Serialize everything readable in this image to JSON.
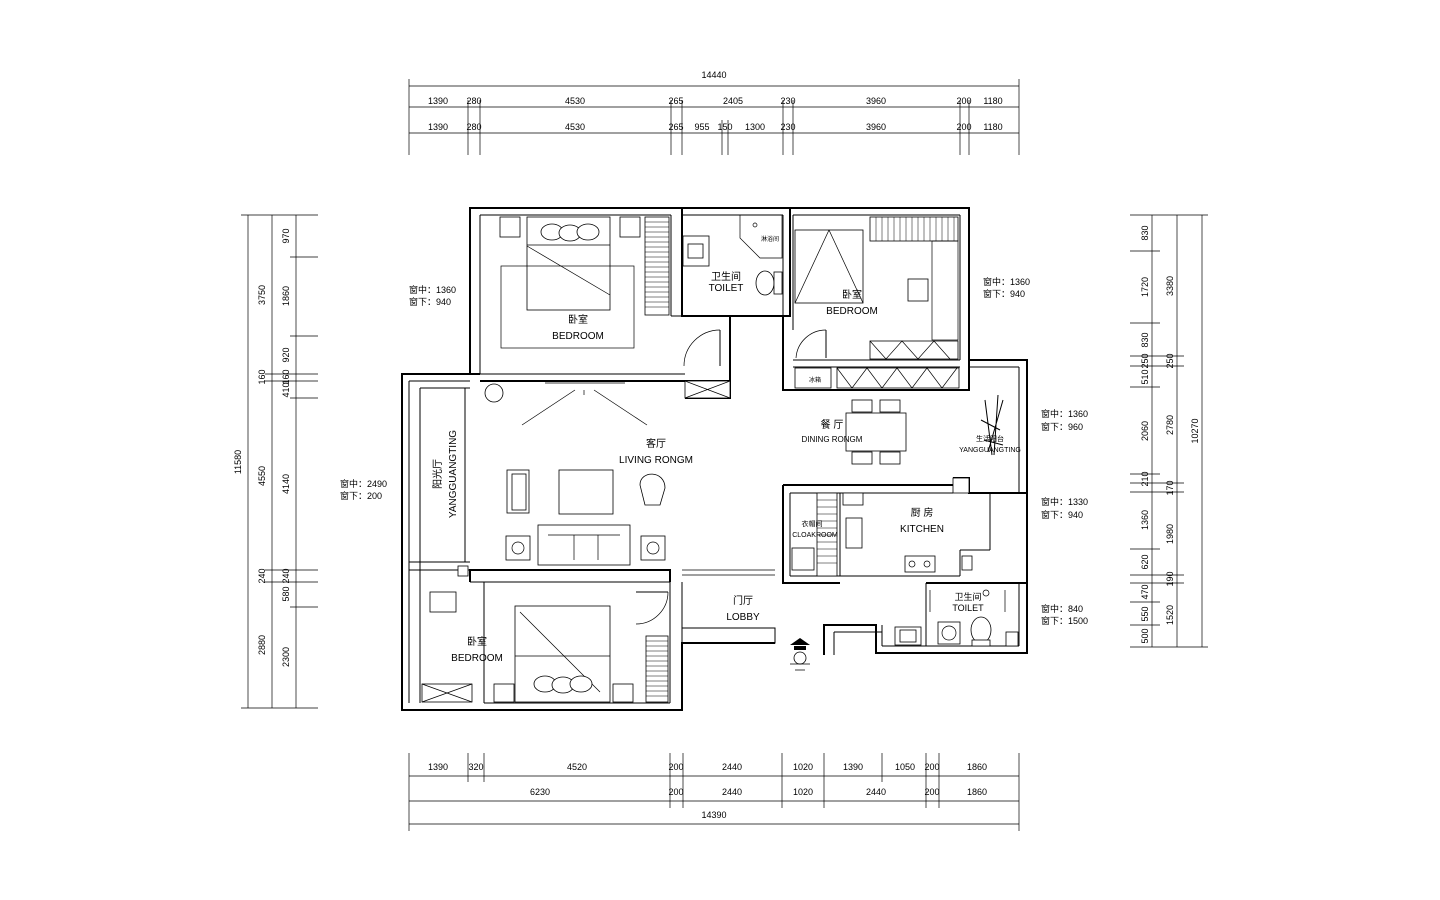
{
  "dimensions": {
    "top_total": "14440",
    "top_row1": [
      "1390",
      "280",
      "4530",
      "265",
      "2405",
      "230",
      "3960",
      "200",
      "1180"
    ],
    "top_row2": [
      "1390",
      "280",
      "4530",
      "265",
      "955",
      "150",
      "1300",
      "230",
      "3960",
      "200",
      "1180"
    ],
    "bottom_row1": [
      "1390",
      "320",
      "4520",
      "200",
      "2440",
      "1020",
      "1390",
      "1050",
      "200",
      "1860"
    ],
    "bottom_row2": [
      "6230",
      "200",
      "2440",
      "1020",
      "2440",
      "200",
      "1860"
    ],
    "bottom_total": "14390",
    "left_outer": "11580",
    "left_mid": [
      "3750",
      "160",
      "4550",
      "240",
      "2880"
    ],
    "left_inner": [
      "970",
      "1860",
      "920",
      "160",
      "410",
      "4140",
      "240",
      "580",
      "2300"
    ],
    "right_inner": [
      "830",
      "1720",
      "830",
      "250",
      "510",
      "2060",
      "210",
      "1360",
      "620",
      "470",
      "550",
      "500"
    ],
    "right_mid": [
      "3380",
      "250",
      "2780",
      "170",
      "1980",
      "190",
      "1520"
    ],
    "right_outer": "10270"
  },
  "rooms": {
    "bedroom_top_left": {
      "cn": "卧室",
      "en": "BEDROOM"
    },
    "toilet_top": {
      "cn": "卫生间",
      "en": "TOILET"
    },
    "shower_label": "淋浴间",
    "bedroom_top_right": {
      "cn": "卧室",
      "en": "BEDROOM"
    },
    "living": {
      "cn": "客厅",
      "en": "LIVING RONGM"
    },
    "dining": {
      "cn": "餐 厅",
      "en": "DINING RONGM"
    },
    "balcony_left": {
      "cn": "阳光厅",
      "en": "YANGGUANGTING"
    },
    "balcony_right": {
      "cn": "生活阳台",
      "en": "YANGGUANGTING"
    },
    "kitchen": {
      "cn": "厨 房",
      "en": "KITCHEN"
    },
    "cloak": {
      "cn": "衣帽间",
      "en": "CLOAKROOM"
    },
    "lobby": {
      "cn": "门厅",
      "en": "LOBBY"
    },
    "toilet_bottom": {
      "cn": "卫生间",
      "en": "TOILET"
    },
    "bedroom_bottom": {
      "cn": "卧室",
      "en": "BEDROOM"
    },
    "fridge_label": "冰箱"
  },
  "windows": {
    "w1": {
      "mid": "窗中：1360",
      "low": "窗下：940"
    },
    "w2": {
      "mid": "窗中：1360",
      "low": "窗下：940"
    },
    "w3": {
      "mid": "窗中：1360",
      "low": "窗下：960"
    },
    "w4": {
      "mid": "窗中：2490",
      "low": "窗下：200"
    },
    "w5": {
      "mid": "窗中：1330",
      "low": "窗下：940"
    },
    "w6": {
      "mid": "窗中：840",
      "low": "窗下：1500"
    }
  }
}
